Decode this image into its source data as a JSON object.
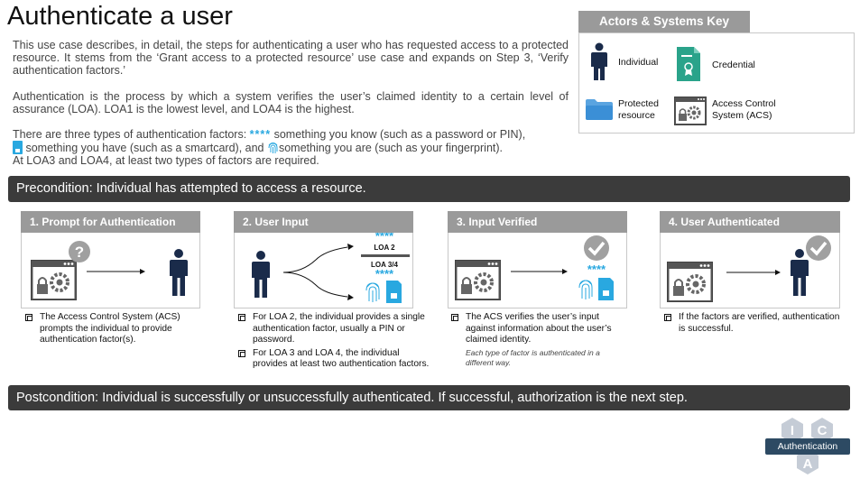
{
  "title": "Authenticate a user",
  "intro": {
    "p1": "This use case describes, in detail, the steps for authenticating a user who has requested access to a protected resource. It stems from the ‘Grant access to a protected resource’ use case and expands on Step 3, ‘Verify authentication factors.’",
    "p2": "Authentication is the process by which a system verifies the user’s claimed identity to a certain level of assurance (LOA).  LOA1 is the lowest level, and LOA4 is the highest.",
    "p3_a": "There are three types of authentication factors: ",
    "p3_stars": "****",
    "p3_b": " something you know (such as a password or PIN),",
    "p3_c": " something you have (such as a smartcard), and ",
    "p3_d": "something you are (such as your fingerprint).",
    "p3_e": "At LOA3 and LOA4, at least two types of factors are required."
  },
  "key": {
    "title": "Actors & Systems Key",
    "individual": "Individual",
    "credential": "Credential",
    "protected_line1": "Protected",
    "protected_line2": "resource",
    "acs_line1": "Access Control",
    "acs_line2": "System (ACS)"
  },
  "precondition": "Precondition: Individual has attempted to access a resource.",
  "postcondition": "Postcondition: Individual is successfully or unsuccessfully authenticated.  If successful, authorization is the next step.",
  "steps": [
    {
      "header": "1. Prompt for Authentication",
      "bullets": [
        "The Access Control System (ACS) prompts the individual to provide authentication factor(s)."
      ]
    },
    {
      "header": "2. User Input",
      "loa_top": "LOA 2",
      "loa_bottom": "LOA 3/4",
      "stars": "****",
      "bullets": [
        "For LOA 2, the individual provides a single authentication factor, usually a PIN or password.",
        "For LOA 3 and LOA 4, the individual provides at least two authentication factors."
      ]
    },
    {
      "header": "3. Input Verified",
      "stars": "****",
      "bullets": [
        "The ACS verifies the user’s input against information about the user’s claimed identity."
      ],
      "note": "Each type of factor is authenticated in a different way."
    },
    {
      "header": "4. User Authenticated",
      "bullets": [
        "If the factors are verified, authentication is successful."
      ]
    }
  ],
  "badge": {
    "label": "Authentication",
    "letter_i": "I",
    "letter_c": "C",
    "letter_a": "A"
  },
  "colors": {
    "header_gray": "#9a9a9a",
    "bar_dark": "#3b3b3b",
    "navy": "#1a2b4a",
    "teal": "#2aa38a",
    "blue": "#29a8e0",
    "badge_navy": "#2d4a63",
    "hex_gray": "#c5ccd6"
  }
}
